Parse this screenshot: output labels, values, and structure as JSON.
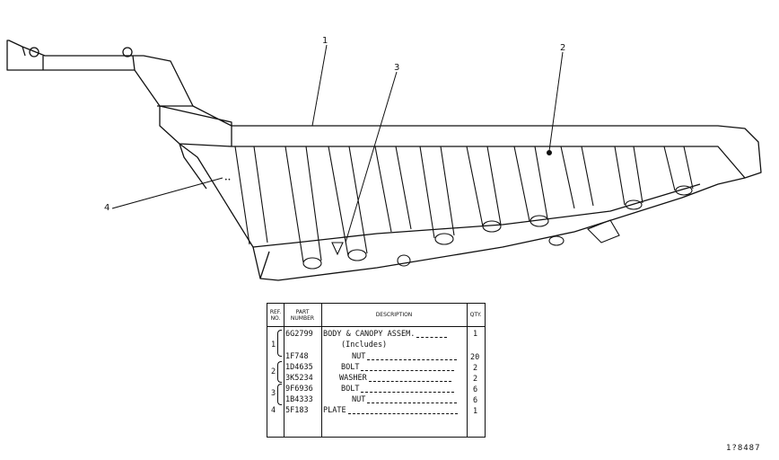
{
  "callouts": [
    "1",
    "2",
    "3",
    "4"
  ],
  "table": {
    "headers": {
      "ref": "REF. NO.",
      "part": "PART NUMBER",
      "desc": "DESCRIPTION",
      "qty": "QTY."
    },
    "rows": [
      {
        "ref": "1",
        "part": "6G2799",
        "desc": "BODY & CANOPY ASSEM.",
        "qty": "1"
      },
      {
        "ref": "",
        "part": "",
        "desc": "(Includes)",
        "qty": ""
      },
      {
        "ref": "",
        "part": "1F748",
        "desc": "NUT",
        "qty": "20"
      },
      {
        "ref": "2",
        "part": "1D4635",
        "desc": "BOLT",
        "qty": "2"
      },
      {
        "ref": "",
        "part": "3K5234",
        "desc": "WASHER",
        "qty": "2"
      },
      {
        "ref": "3",
        "part": "9F6936",
        "desc": "BOLT",
        "qty": "6"
      },
      {
        "ref": "",
        "part": "1B4333",
        "desc": "NUT",
        "qty": "6"
      },
      {
        "ref": "4",
        "part": "5F183",
        "desc": "PLATE",
        "qty": "1"
      }
    ]
  },
  "figure_id": "1?8487"
}
